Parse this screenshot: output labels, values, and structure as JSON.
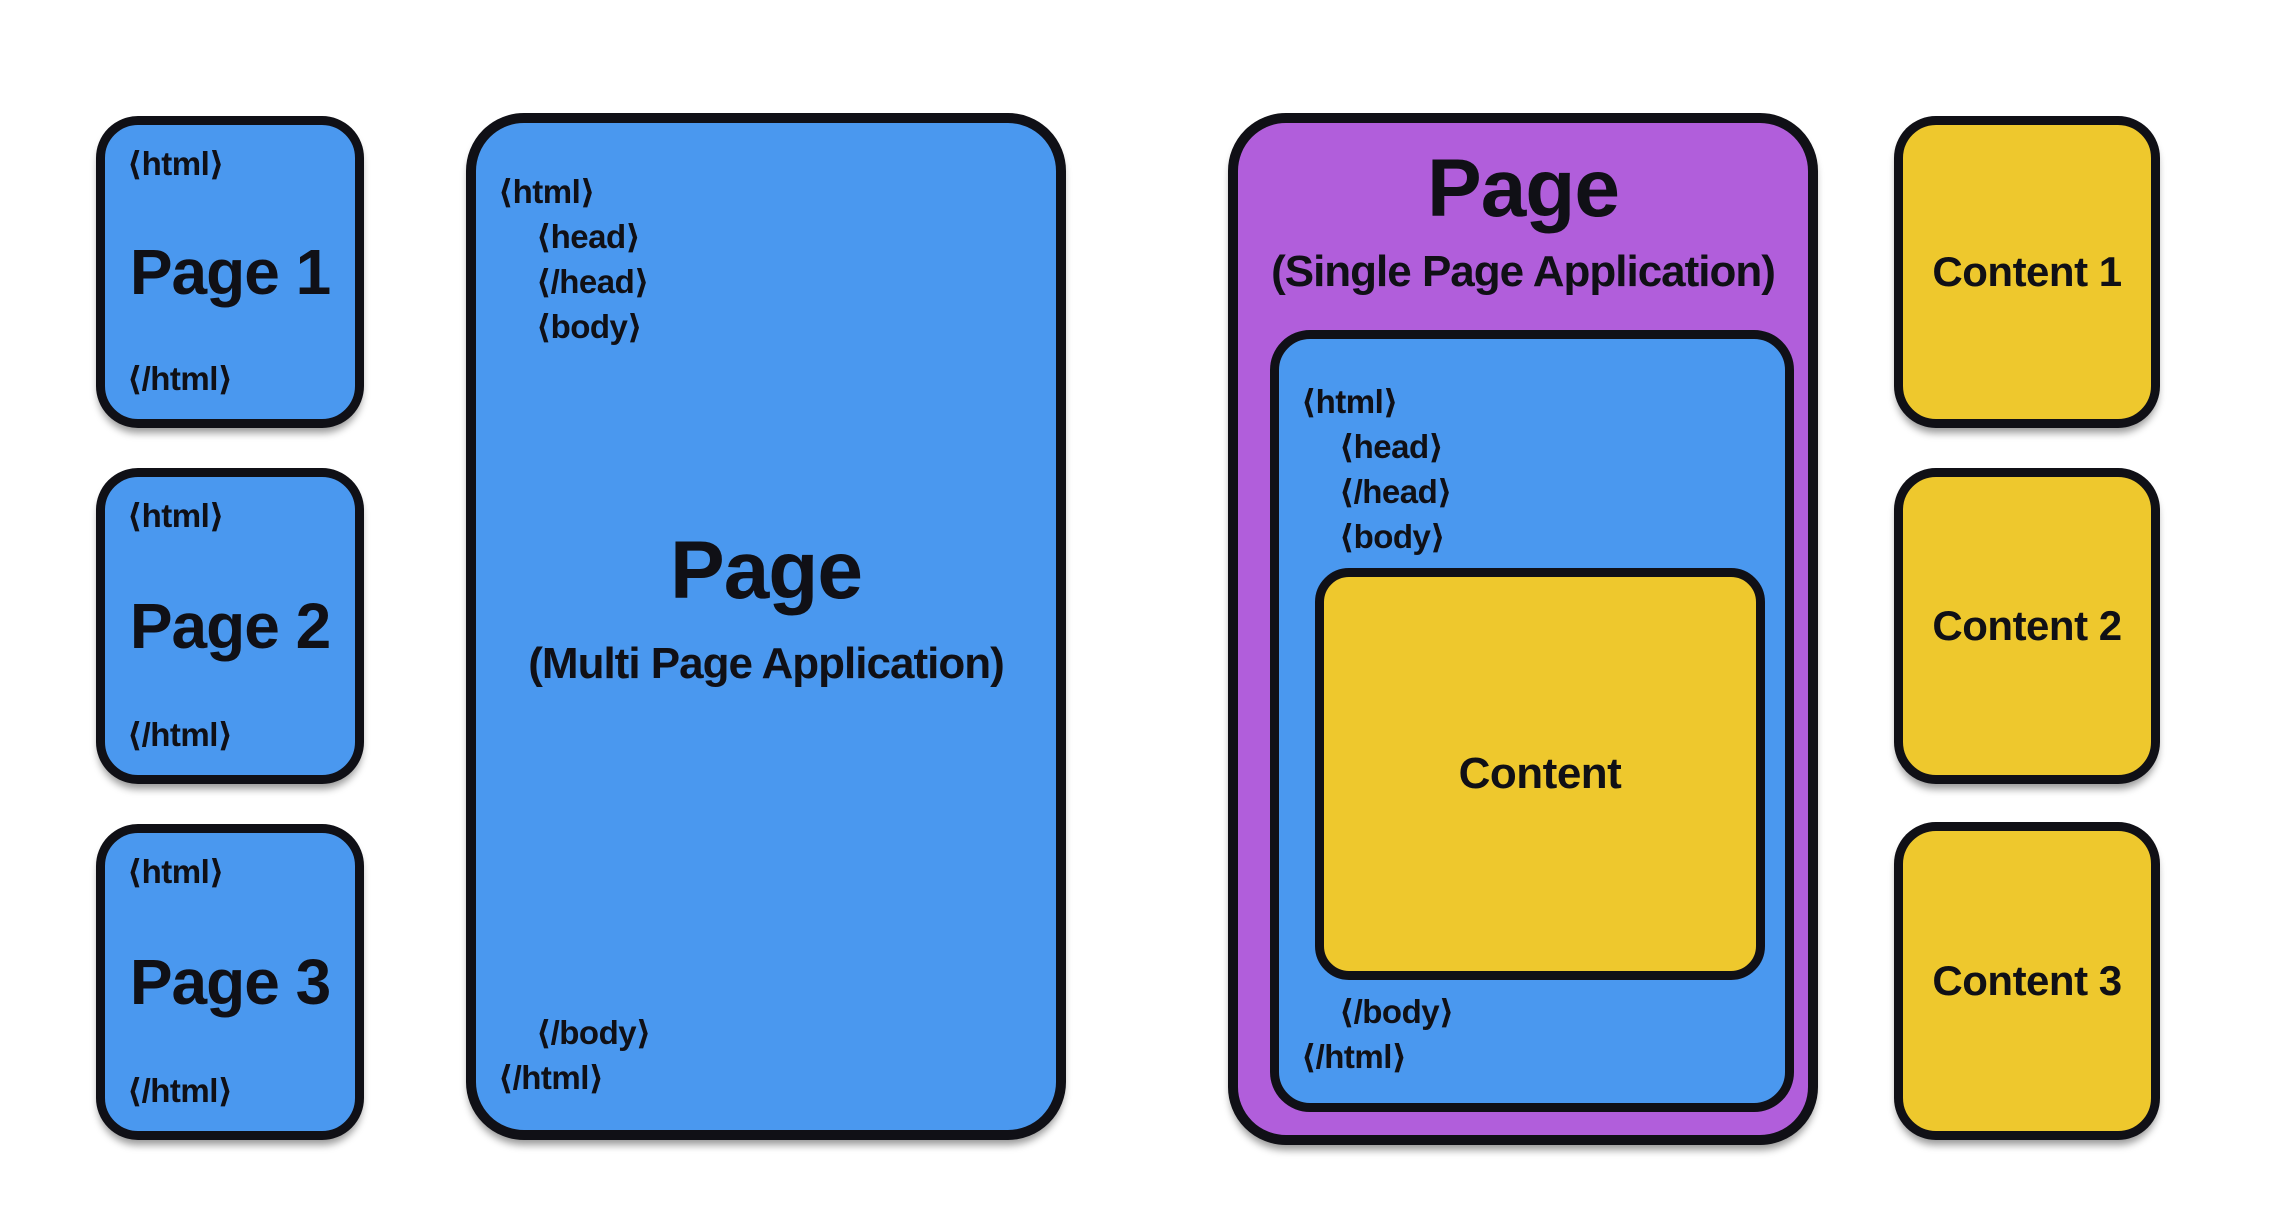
{
  "colors": {
    "page-blue": "#4a98ef",
    "spa-purple": "#b15edb",
    "content-yellow": "#eec82d",
    "ink": "#101016",
    "canvas-bg": "#ffffff"
  },
  "mpa": {
    "pages": [
      {
        "open_tag": "⟨html⟩",
        "label": "Page 1",
        "close_tag": "⟨/html⟩"
      },
      {
        "open_tag": "⟨html⟩",
        "label": "Page 2",
        "close_tag": "⟨/html⟩"
      },
      {
        "open_tag": "⟨html⟩",
        "label": "Page 3",
        "close_tag": "⟨/html⟩"
      }
    ],
    "main": {
      "top_tags": [
        "⟨html⟩",
        "⟨head⟩",
        "⟨/head⟩",
        "⟨body⟩"
      ],
      "title": "Page",
      "subtitle": "(Multi Page Application)",
      "bottom_tags": [
        "⟨/body⟩",
        "⟨/html⟩"
      ]
    }
  },
  "spa": {
    "title": "Page",
    "subtitle": "(Single Page Application)",
    "document": {
      "top_tags": [
        "⟨html⟩",
        "⟨head⟩",
        "⟨/head⟩",
        "⟨body⟩"
      ],
      "content_label": "Content",
      "bottom_tags": [
        "⟨/body⟩",
        "⟨/html⟩"
      ]
    },
    "contents": [
      {
        "label": "Content 1"
      },
      {
        "label": "Content 2"
      },
      {
        "label": "Content 3"
      }
    ]
  }
}
